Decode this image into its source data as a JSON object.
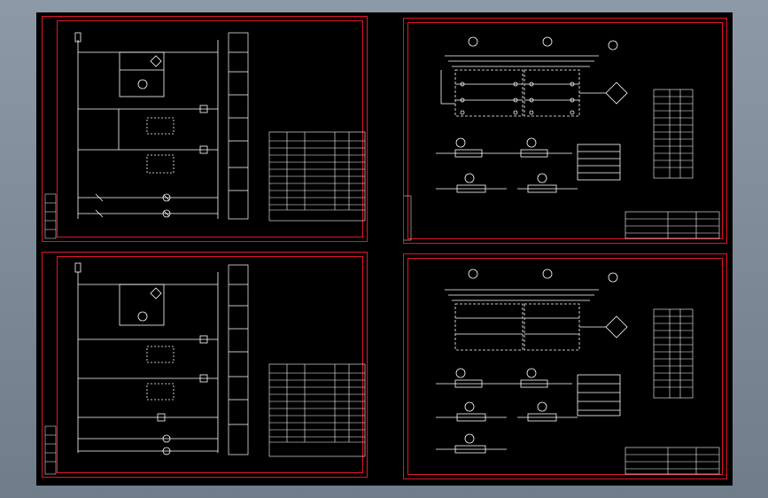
{
  "app": {
    "background": "#000000",
    "frame_color": "#e2142b",
    "line_color": "#ffffff"
  },
  "sheets": [
    {
      "name": "sheet-top-left"
    },
    {
      "name": "sheet-bottom-left"
    },
    {
      "name": "sheet-top-right"
    },
    {
      "name": "sheet-bottom-right"
    }
  ]
}
